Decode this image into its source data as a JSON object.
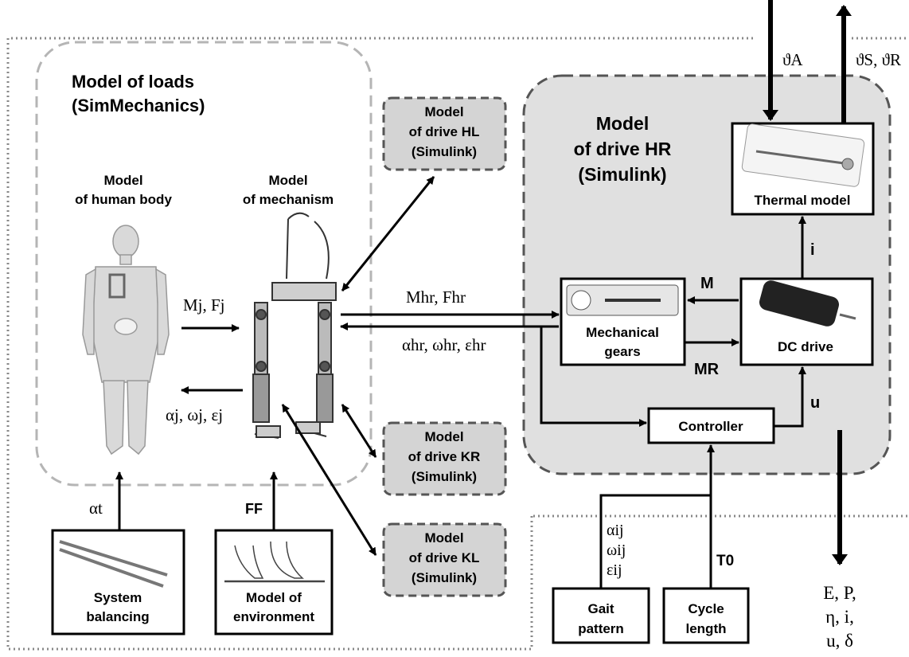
{
  "loads": {
    "title1": "Model of loads",
    "title2": "(SimMechanics)"
  },
  "human": {
    "line1": "Model",
    "line2": "of human body"
  },
  "mechanism": {
    "line1": "Model",
    "line2": "of mechanism"
  },
  "drive_hl": {
    "line1": "Model",
    "line2": "of drive HL",
    "line3": "(Simulink)"
  },
  "drive_kr": {
    "line1": "Model",
    "line2": "of drive KR",
    "line3": "(Simulink)"
  },
  "drive_kl": {
    "line1": "Model",
    "line2": "of drive KL",
    "line3": "(Simulink)"
  },
  "drive_hr": {
    "line1": "Model",
    "line2": "of drive HR",
    "line3": "(Simulink)"
  },
  "thermal": {
    "label": "Thermal model"
  },
  "gears": {
    "line1": "Mechanical",
    "line2": "gears"
  },
  "dc": {
    "label": "DC drive"
  },
  "controller": {
    "label": "Controller"
  },
  "balancing": {
    "line1": "System",
    "line2": "balancing"
  },
  "environment": {
    "line1": "Model of",
    "line2": "environment"
  },
  "gait": {
    "line1": "Gait",
    "line2": "pattern"
  },
  "cycle": {
    "line1": "Cycle",
    "line2": "length"
  },
  "signals": {
    "mj_fj": "Mj, Fj",
    "alpha_omega_eps_j": "αj, ωj, εj",
    "mhr_fhr": "Mhr, Fhr",
    "alpha_omega_eps_hr": "αhr, ωhr, εhr",
    "alpha_t": "αt",
    "f_f": "FF",
    "theta_a": "ϑA",
    "theta_s_r": "ϑS, ϑR",
    "m": "M",
    "m_r": "MR",
    "i": "i",
    "u": "u",
    "alpha_ij": "αij",
    "omega_ij": "ωij",
    "eps_ij": "εij",
    "t0": "T0",
    "outputs_line1": "E, P,",
    "outputs_line2": "η, i,",
    "outputs_line3": "u, δ"
  }
}
